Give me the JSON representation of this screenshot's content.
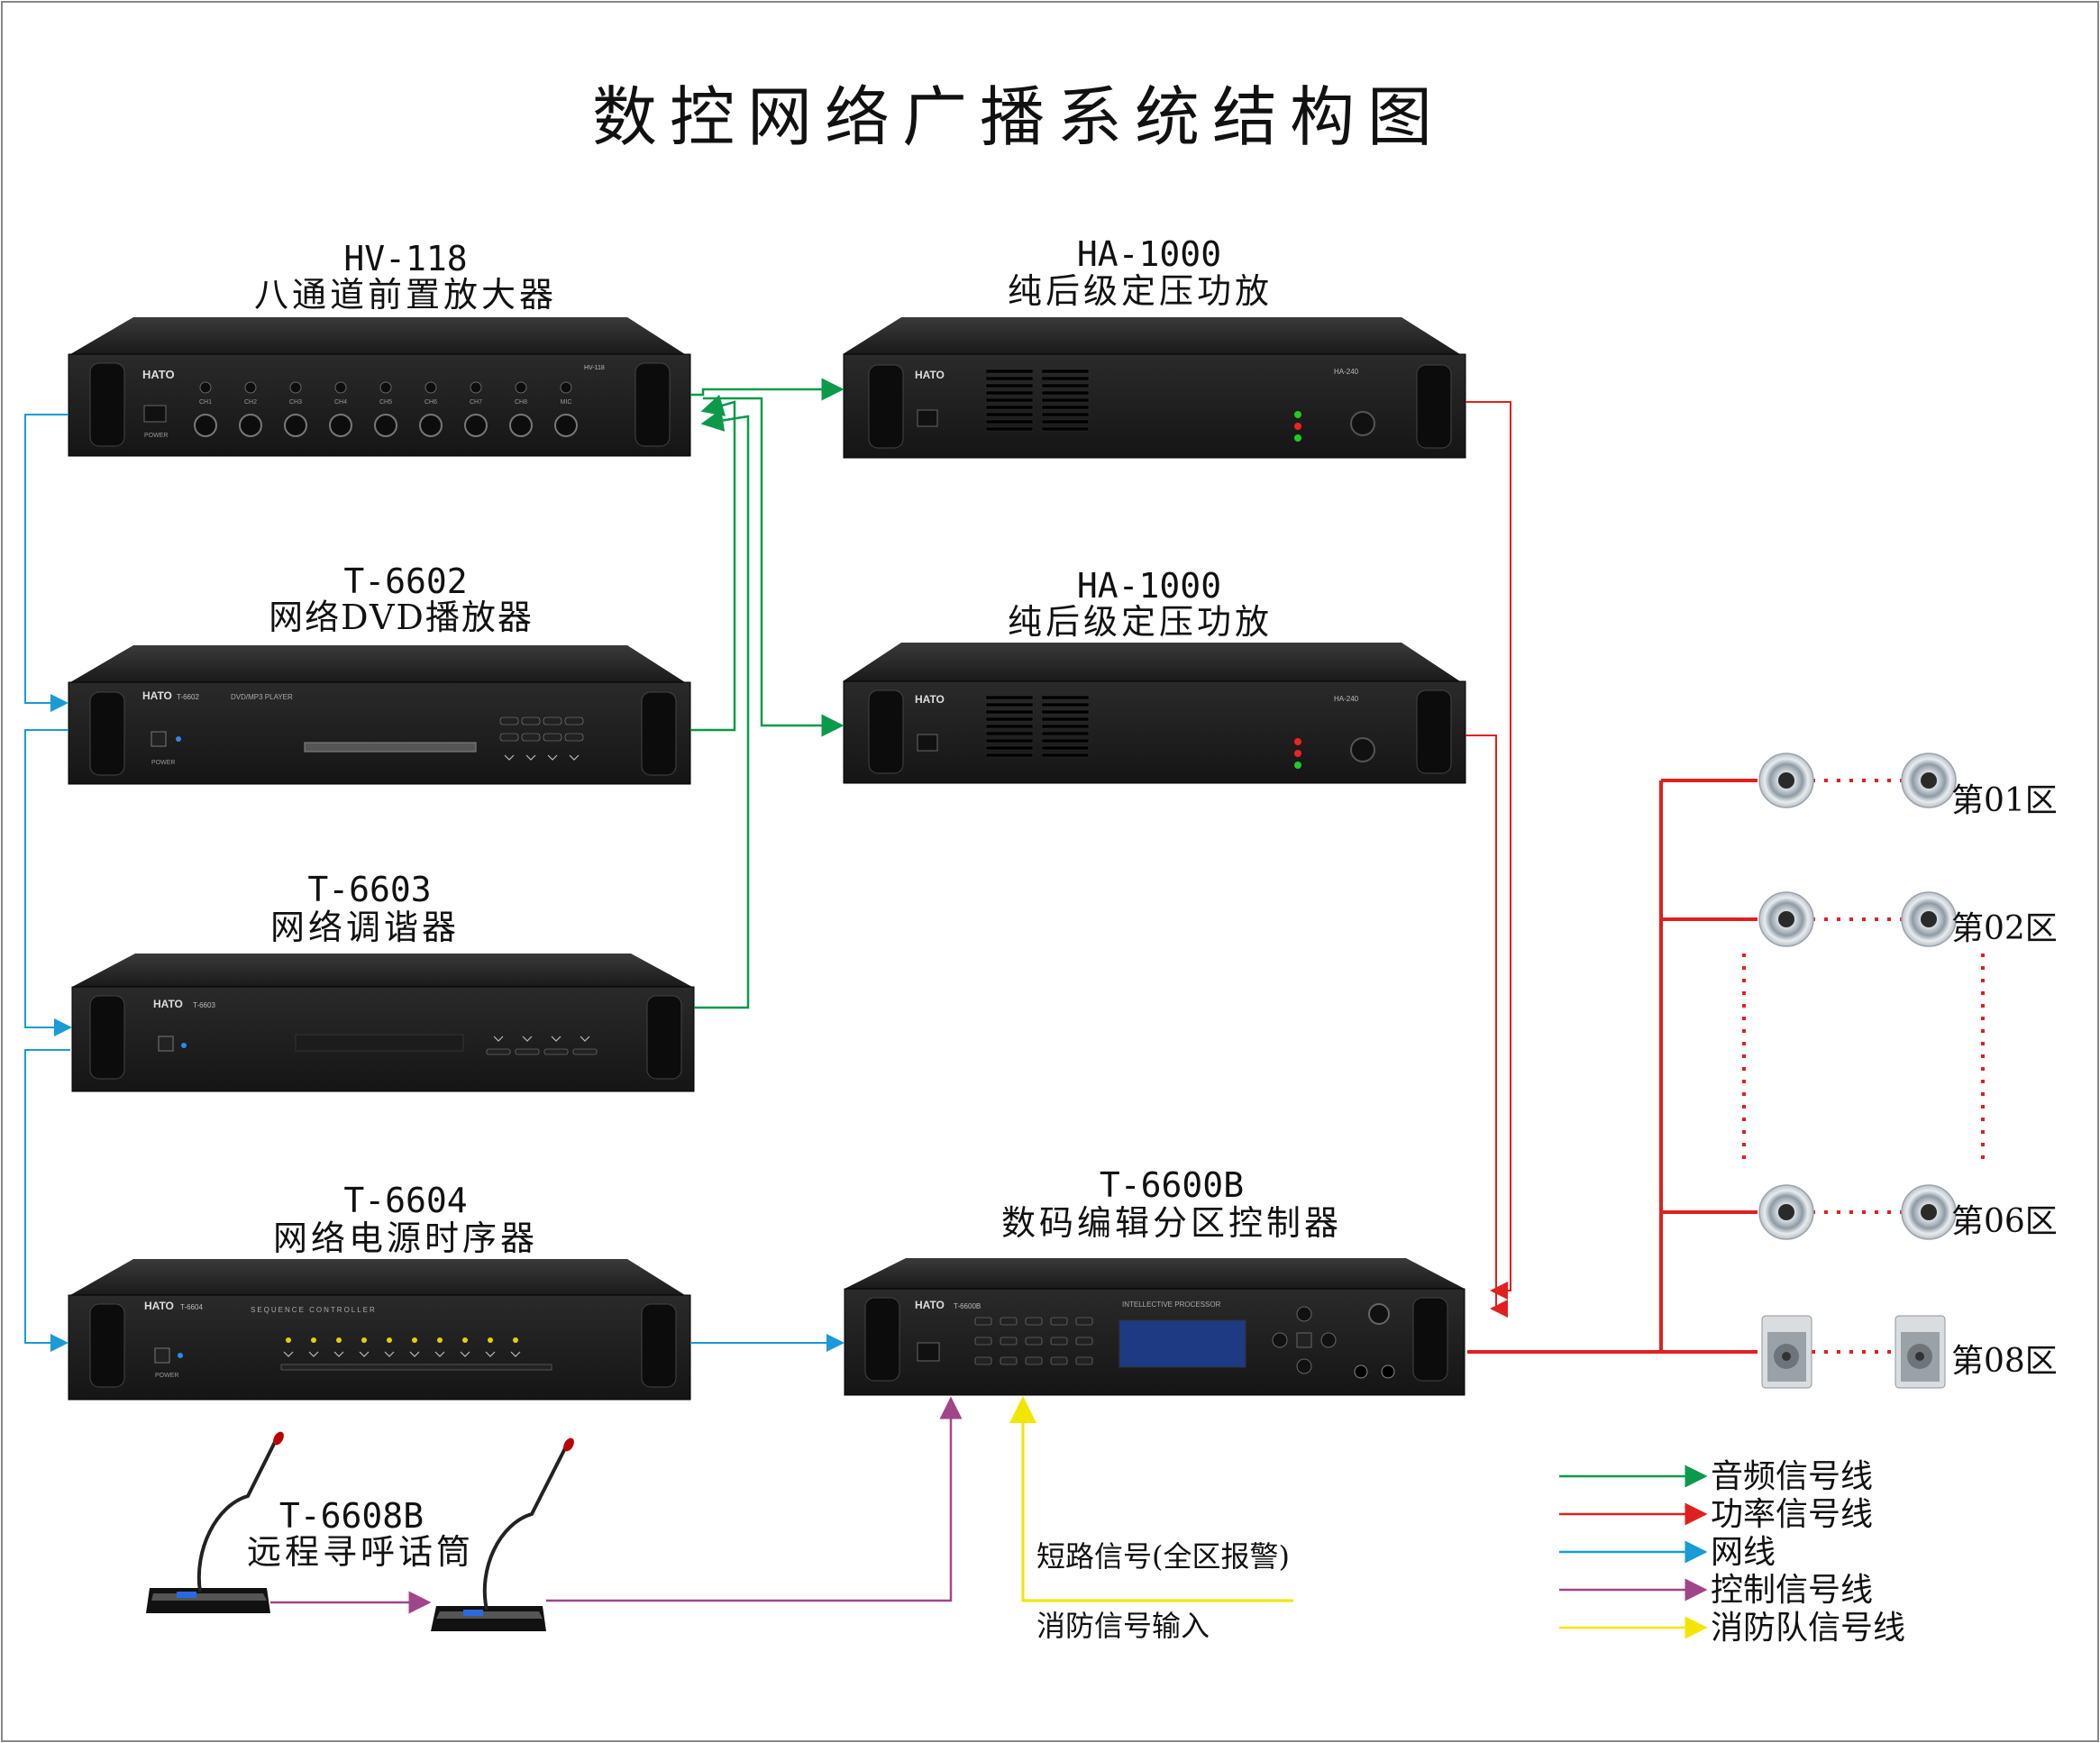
{
  "title": "数控网络广播系统结构图",
  "devices": {
    "hv118": {
      "model": "HV-118",
      "name": "八通道前置放大器",
      "badge": "HV-118",
      "channels": [
        "CH1",
        "CH2",
        "CH3",
        "CH4",
        "CH5",
        "CH6",
        "CH7",
        "CH8",
        "MIC"
      ]
    },
    "amp1": {
      "model": "HA-1000",
      "name": "纯后级定压功放",
      "badge": "HA-240"
    },
    "amp2": {
      "model": "HA-1000",
      "name": "纯后级定压功放",
      "badge": "HA-240"
    },
    "t6602": {
      "model": "T-6602",
      "name": "网络DVD播放器",
      "badge": "T-6602",
      "panel_text": "DVD/MP3 PLAYER"
    },
    "t6603": {
      "model": "T-6603",
      "name": "网络调谐器",
      "badge": "T-6603"
    },
    "t6604": {
      "model": "T-6604",
      "name": "网络电源时序器",
      "badge": "T-6604",
      "panel_text": "SEQUENCE CONTROLLER"
    },
    "t6600b": {
      "model": "T-6600B",
      "name": "数码编辑分区控制器",
      "badge": "T-6600B",
      "panel_text": "INTELLECTIVE PROCESSOR"
    },
    "t6608b": {
      "model": "T-6608B",
      "name": "远程寻呼话筒"
    }
  },
  "brand": "HATO",
  "power_label": "POWER",
  "zones": [
    "第01区",
    "第02区",
    "第06区",
    "第08区"
  ],
  "inputs": {
    "short": "短路信号(全区报警)",
    "fire": "消防信号输入"
  },
  "legend": [
    {
      "label": "音频信号线",
      "color": "#0a9a4a"
    },
    {
      "label": "功率信号线",
      "color": "#e02020"
    },
    {
      "label": "网线",
      "color": "#1a9ad6"
    },
    {
      "label": "控制信号线",
      "color": "#a0458a"
    },
    {
      "label": "消防队信号线",
      "color": "#f2e600"
    }
  ],
  "colors": {
    "audio": "#0a9a4a",
    "power": "#e02020",
    "network": "#1a9ad6",
    "control": "#a0458a",
    "fire": "#f2e600"
  }
}
